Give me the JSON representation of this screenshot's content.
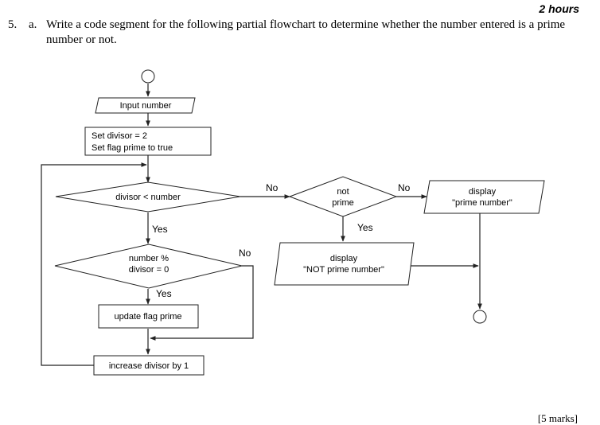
{
  "header": {
    "duration": "2 hours"
  },
  "question": {
    "number": "5.",
    "part": "a.",
    "text": "Write a code segment for the following partial flowchart to determine whether the number entered is a prime number or not."
  },
  "flowchart": {
    "input": "Input number",
    "init_line1": "Set divisor = 2",
    "init_line2": "Set flag prime to true",
    "cond_loop": "divisor < number",
    "cond_mod_line1": "number %",
    "cond_mod_line2": "divisor = 0",
    "update": "update flag prime",
    "increase": "increase divisor by 1",
    "cond_notprime_line1": "not",
    "cond_notprime_line2": "prime",
    "out_prime_line1": "display",
    "out_prime_line2": "\"prime number\"",
    "out_notprime_line1": "display",
    "out_notprime_line2": "\"NOT prime number\"",
    "label_yes": "Yes",
    "label_no": "No"
  },
  "footer": {
    "marks": "[5 marks]"
  }
}
